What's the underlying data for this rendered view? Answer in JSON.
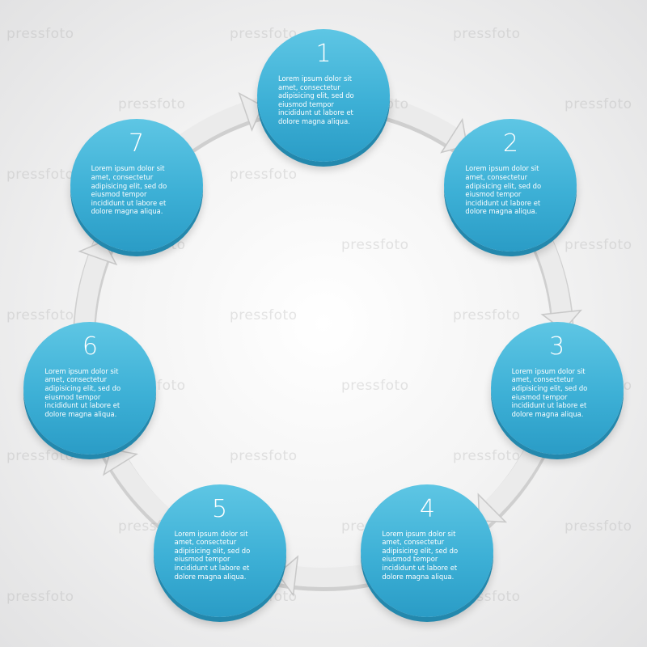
{
  "steps": [
    {
      "number": "1",
      "text": "Lorem ipsum dolor sit amet, consectetur adipisicing elit, sed do eiusmod tempor incididunt ut labore et dolore magna aliqua."
    },
    {
      "number": "2",
      "text": "Lorem ipsum dolor sit amet, consectetur adipisicing elit, sed do eiusmod tempor incididunt ut labore et dolore magna aliqua."
    },
    {
      "number": "3",
      "text": "Lorem ipsum dolor sit amet, consectetur adipisicing elit, sed do eiusmod tempor incididunt ut labore et dolore magna aliqua."
    },
    {
      "number": "4",
      "text": "Lorem ipsum dolor sit amet, consectetur adipisicing elit, sed do eiusmod tempor incididunt ut labore et dolore magna aliqua."
    },
    {
      "number": "5",
      "text": "Lorem ipsum dolor sit amet, consectetur adipisicing elit, sed do eiusmod tempor incididunt ut labore et dolore magna aliqua."
    },
    {
      "number": "6",
      "text": "Lorem ipsum dolor sit amet, consectetur adipisicing elit, sed do eiusmod tempor incididunt ut labore et dolore magna aliqua."
    },
    {
      "number": "7",
      "text": "Lorem ipsum dolor sit amet, consectetur adipisicing elit, sed do eiusmod tempor incididunt ut labore et dolore magna aliqua."
    }
  ],
  "watermark": "pressfoto",
  "colors": {
    "circle": "#3db0d6",
    "arrow": "#ebebeb",
    "arrow_shadow": "#c4c4c4"
  }
}
